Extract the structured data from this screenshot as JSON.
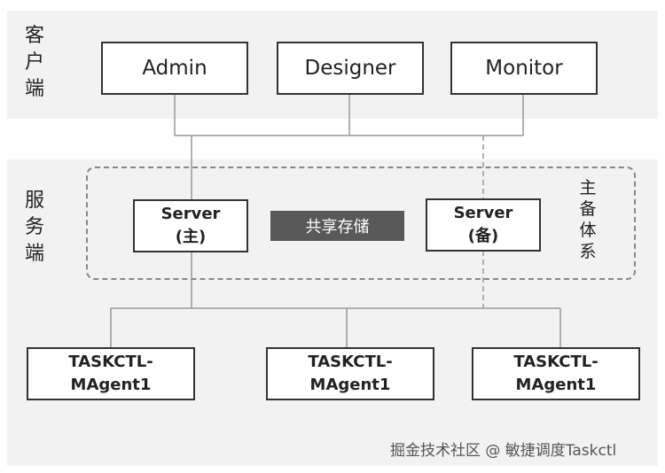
{
  "client_layer": {
    "label": "客\n户\n端"
  },
  "server_layer": {
    "label": "服\n务\n端"
  },
  "ha_group": {
    "label": "主\n备\n体\n系"
  },
  "clients": [
    {
      "label": "Admin"
    },
    {
      "label": "Designer"
    },
    {
      "label": "Monitor"
    }
  ],
  "servers": {
    "primary": "Server\n(主)",
    "backup": "Server\n(备)"
  },
  "shared_storage": {
    "label": "共享存储"
  },
  "agents": [
    {
      "label": "TASKCTL-\nMAgent1"
    },
    {
      "label": "TASKCTL-\nMAgent1"
    },
    {
      "label": "TASKCTL-\nMAgent1"
    }
  ],
  "watermark": "掘金技术社区 @ 敏捷调度Taskctl",
  "colors": {
    "band": "#f2f2f2",
    "storage": "#595959",
    "line": "#999999"
  }
}
